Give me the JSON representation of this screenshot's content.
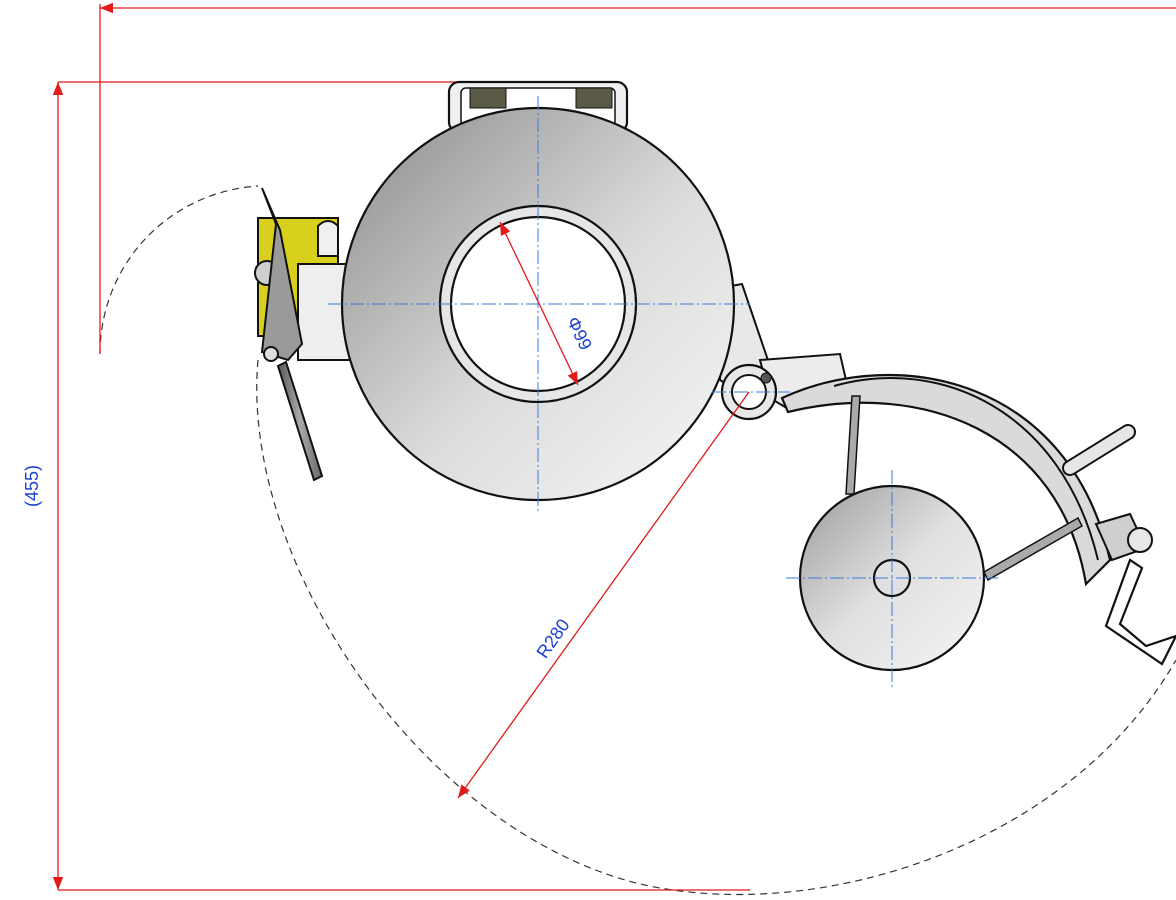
{
  "dimensions": {
    "height_label": "(455)",
    "radius_label": "R280",
    "diameter_label": "Φ99"
  },
  "colors": {
    "dimension_line": "#e21a1a",
    "dimension_text": "#1a3fd6",
    "center_line": "#3a7bd5",
    "clamp_block": "#d9d01e"
  }
}
